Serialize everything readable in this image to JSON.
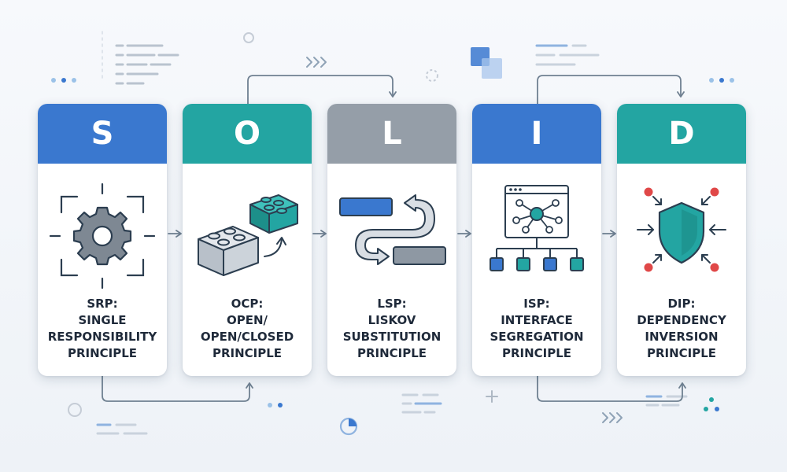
{
  "colors": {
    "blue": "#3a78cf",
    "teal": "#23a5a2",
    "gray": "#959ea8",
    "connector": "#6f8091",
    "icon_dark": "#2c3e50",
    "icon_gray": "#7e8893",
    "red_dot": "#e04848"
  },
  "principles": [
    {
      "letter": "S",
      "line1": "SRP:",
      "line2": "SINGLE",
      "line3": "RESPONSIBILITY",
      "line4": "PRINCIPLE",
      "header_color": "#3a78cf",
      "icon": "gear-icon"
    },
    {
      "letter": "O",
      "line1": "OCP:",
      "line2": "OPEN/",
      "line3": "OPEN/CLOSED",
      "line4": "PRINCIPLE",
      "header_color": "#23a5a2",
      "icon": "lego-bricks-icon"
    },
    {
      "letter": "L",
      "line1": "LSP:",
      "line2": "LISKOV",
      "line3": "SUBSTITUTION",
      "line4": "PRINCIPLE",
      "header_color": "#959ea8",
      "icon": "substitution-arrows-icon"
    },
    {
      "letter": "I",
      "line1": "ISP:",
      "line2": "INTERFACE",
      "line3": "SEGREGATION",
      "line4": "PRINCIPLE",
      "header_color": "#3a78cf",
      "icon": "interface-hierarchy-icon"
    },
    {
      "letter": "D",
      "line1": "DIP:",
      "line2": "DEPENDENCY",
      "line3": "INVERSION",
      "line4": "PRINCIPLE",
      "header_color": "#23a5a2",
      "icon": "shield-icon"
    }
  ]
}
